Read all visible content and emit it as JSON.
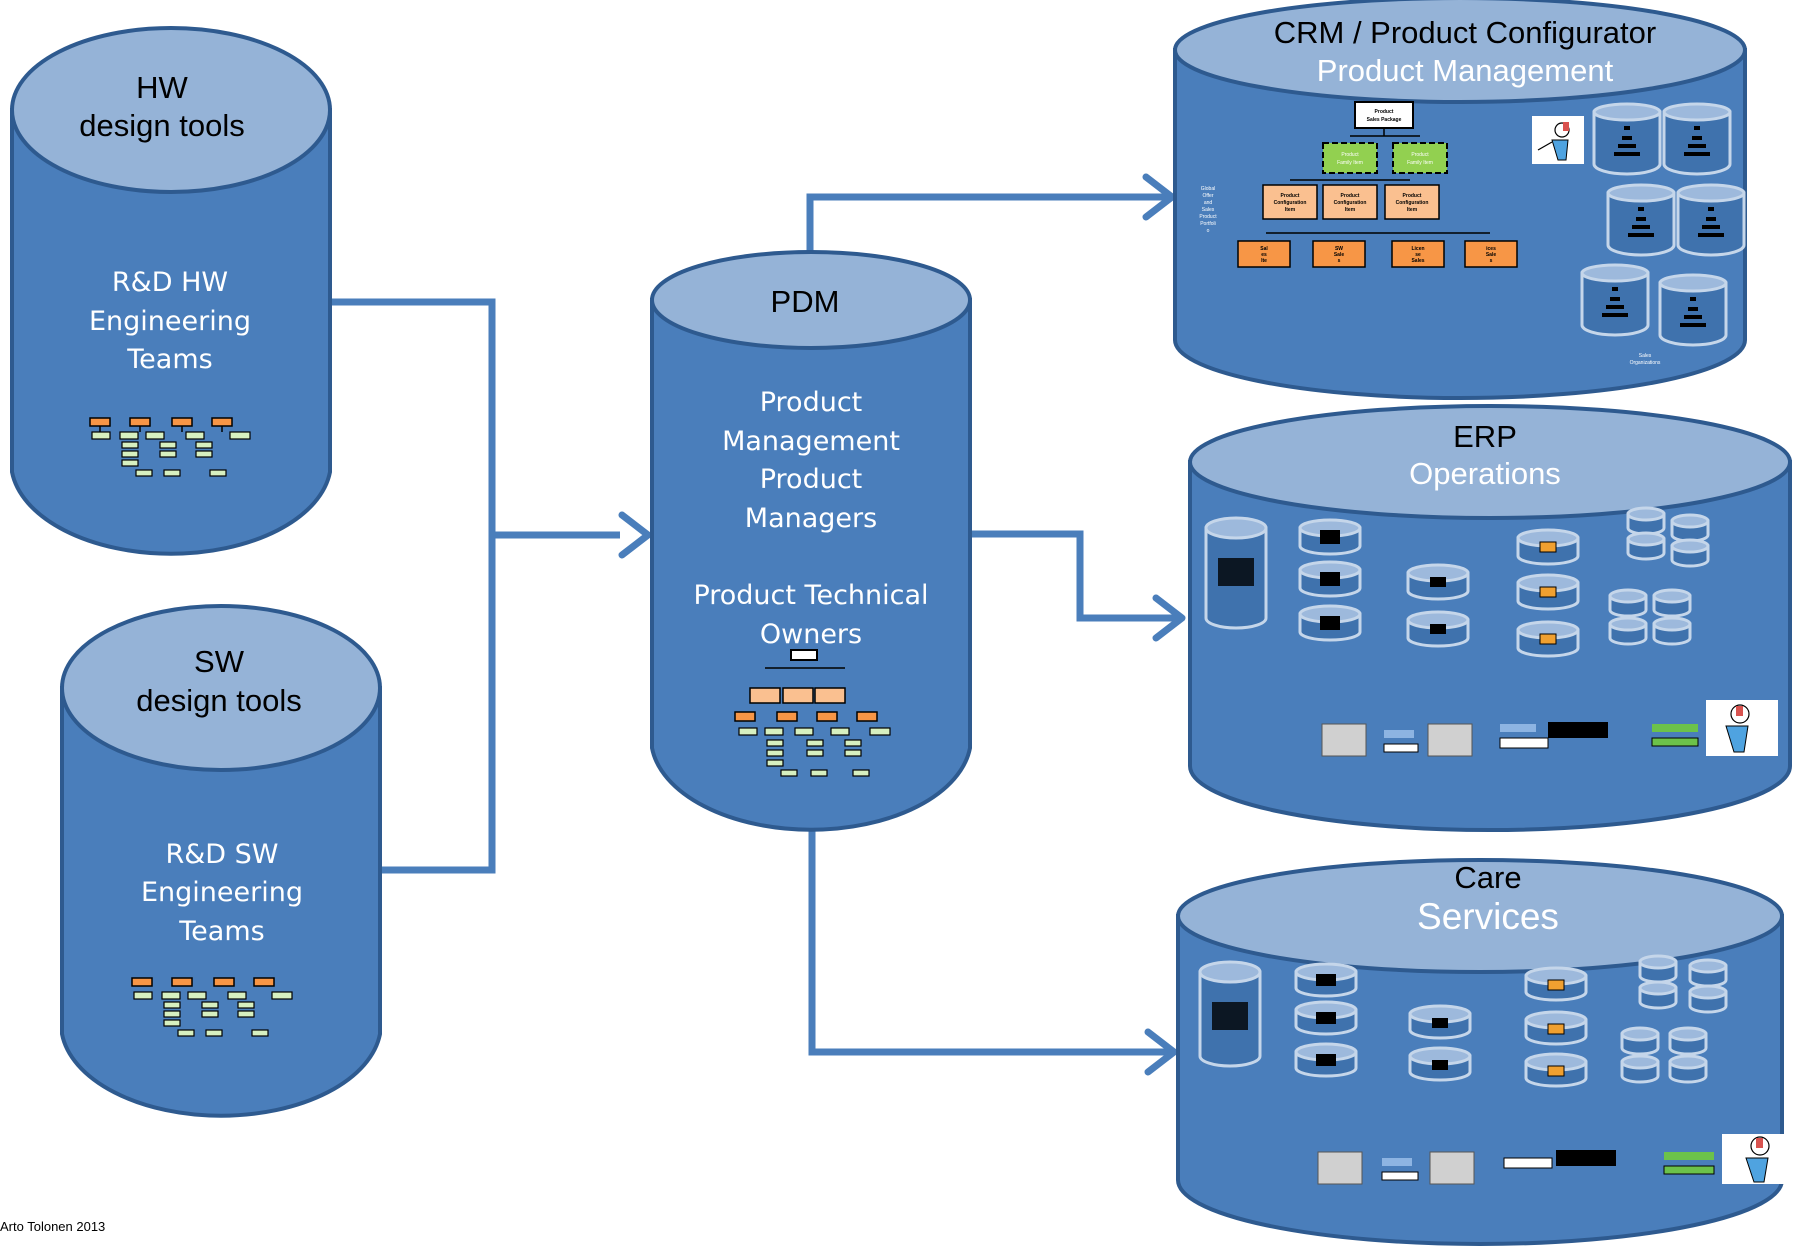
{
  "hw": {
    "title_line1": "HW",
    "title_line2": "design tools",
    "body": [
      "R&D HW",
      "Engineering",
      "Teams"
    ]
  },
  "sw": {
    "title_line1": "SW",
    "title_line2": "design tools",
    "body": [
      "R&D SW",
      "Engineering",
      "Teams"
    ]
  },
  "pdm": {
    "title": "PDM",
    "body": [
      "Product",
      "Management",
      "Product",
      "Managers",
      "",
      "Product Technical",
      "Owners"
    ]
  },
  "crm": {
    "title_line1": "CRM / Product Configurator",
    "title_line2": "Product Management",
    "package_label": [
      "Product",
      "Sales Package"
    ],
    "family_item": [
      "Product",
      "Family Item"
    ],
    "config_item": [
      "Product",
      "Configuration",
      "Item"
    ],
    "side_note": [
      "Global",
      "Offer",
      "and",
      "Sales",
      "Product",
      "Portfoli",
      "o"
    ],
    "sales_items": [
      [
        "Sal",
        "es",
        "Ite"
      ],
      [
        "SW",
        "Sale",
        "s"
      ],
      [
        "Licen",
        "se",
        "Sales"
      ],
      [
        "ices",
        "Sale",
        "s"
      ]
    ],
    "sales_orgs": [
      "Sales",
      "Organizations"
    ]
  },
  "erp": {
    "title_line1": "ERP",
    "title_line2": "Operations"
  },
  "care": {
    "title_line1": "Care",
    "title_line2": "Services"
  },
  "footer": {
    "copyright": "Arto Tolonen 2013"
  },
  "colors": {
    "cylinder_body": "#4a7ebb",
    "cylinder_top": "#95b3d7",
    "arrow": "#4a7ebb",
    "box_orange": "#f79646",
    "box_green": "#d7f0c0",
    "box_lime": "#92d050"
  }
}
